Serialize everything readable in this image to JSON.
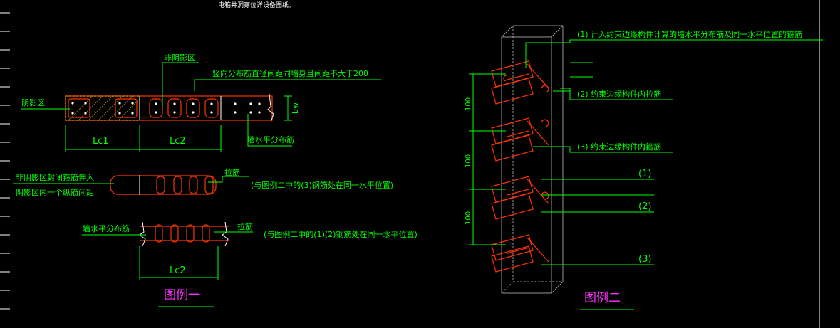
{
  "colors": {
    "background": "#000000",
    "green": "#00ff00",
    "red": "#ff3300",
    "magenta": "#ff33ff",
    "white": "#ffffff",
    "gray": "#aaaaaa",
    "outline": "#ffffff"
  },
  "header": {
    "note": "电箱井洞穿位详设备图纸。"
  },
  "legend1": {
    "label_non_shadow": "非阴影区",
    "label_vertical": "竖向分布筋直径间距同墙身且间距不大于200",
    "label_shadow": "阴影区",
    "label_bw": "bw",
    "label_lc1": "Lc1",
    "label_lc2": "Lc2",
    "label_horizontal": "墙水平分布筋",
    "label_closed_line1": "非阴影区封闭箍筋伸入",
    "label_closed_line2": "阴影区内一个纵筋间距",
    "label_tie_a": "拉筋",
    "note_a": "(与图例二中的(3)钢筋处在同一水平位置)",
    "label_wall_horizontal": "墙水平分布筋",
    "label_tie_b": "拉筋",
    "note_b": "(与图例二中的(1)(2)钢筋处在同一水平位置)",
    "label_lc2_bottom": "Lc2",
    "title": "图例一"
  },
  "legend2": {
    "callout_1": "(1) 计入约束边缘构件计算的墙水平分布筋及同一水平位置的箍筋",
    "callout_2": "(2) 约束边缘构件内拉筋",
    "callout_3": "(3) 约束边缘构件内箍筋",
    "mark_1": "(1)",
    "mark_2": "(2)",
    "mark_3": "(3)",
    "dim_100_a": "100",
    "dim_100_b": "100",
    "dim_100_c": "100",
    "title": "图例二"
  }
}
